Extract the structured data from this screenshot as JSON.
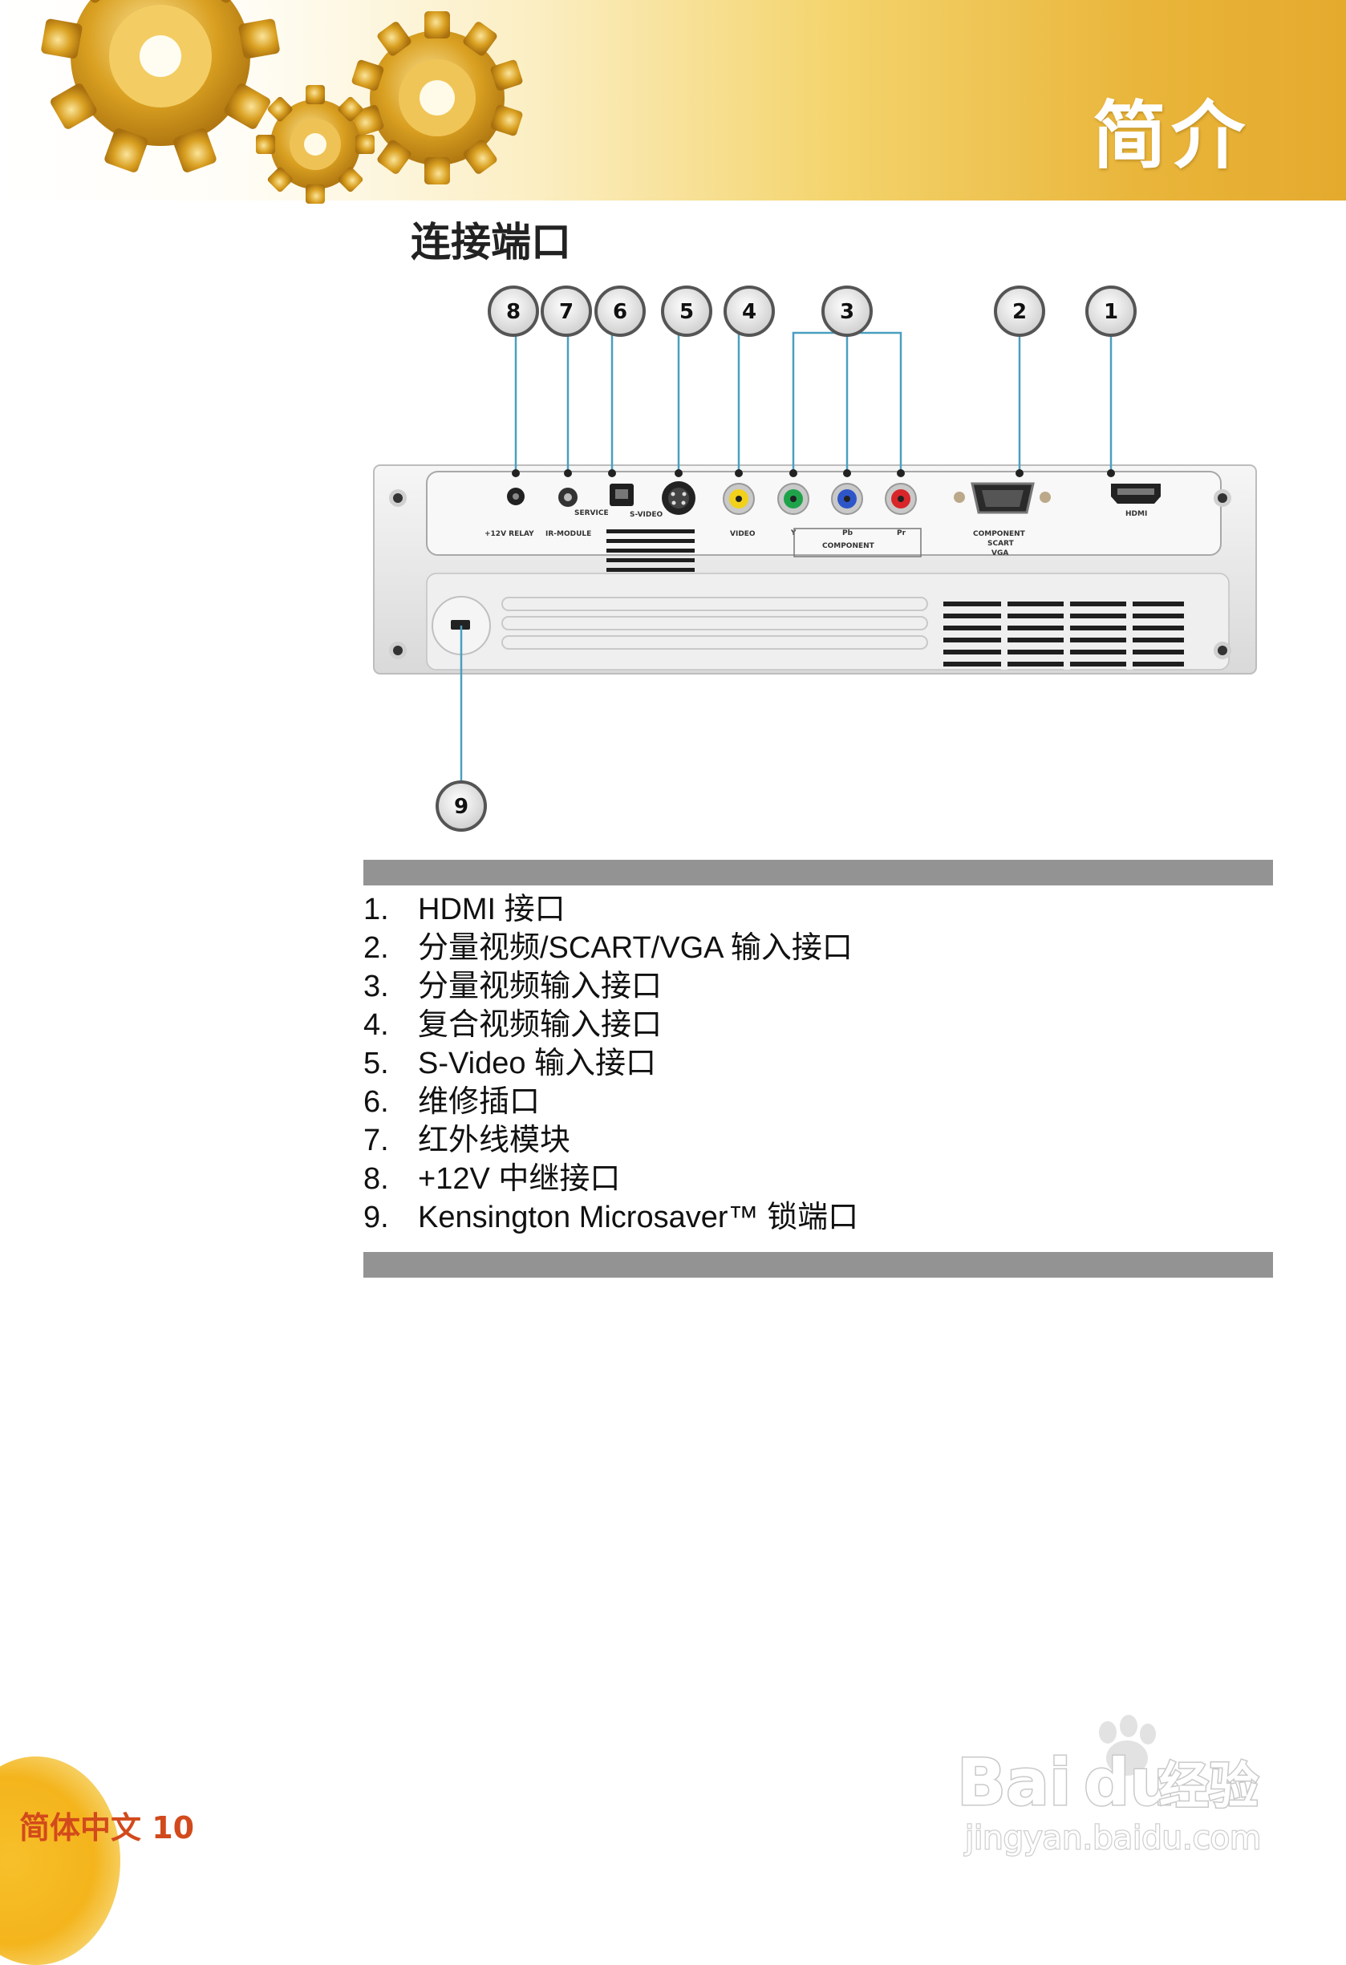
{
  "header": {
    "section_title": "简介"
  },
  "page": {
    "heading": "连接端口"
  },
  "diagram": {
    "callouts": [
      "1",
      "2",
      "3",
      "4",
      "5",
      "6",
      "7",
      "8",
      "9"
    ],
    "panel_labels": {
      "relay": "+12V RELAY",
      "ir_module": "IR-MODULE",
      "service": "SERVICE",
      "s_video": "S-VIDEO",
      "video": "VIDEO",
      "component_y": "Y",
      "component_pb": "Pb",
      "component_pr": "Pr",
      "component": "COMPONENT",
      "vga_line1": "COMPONENT",
      "vga_line2": "SCART",
      "vga_line3": "VGA",
      "hdmi": "HDMI"
    }
  },
  "ports": [
    {
      "num": "1.",
      "label": "HDMI 接口"
    },
    {
      "num": "2.",
      "label": "分量视频/SCART/VGA 输入接口"
    },
    {
      "num": "3.",
      "label": "分量视频输入接口"
    },
    {
      "num": "4.",
      "label": "复合视频输入接口"
    },
    {
      "num": "5.",
      "label": "S-Video 输入接口"
    },
    {
      "num": "6.",
      "label": "维修插口"
    },
    {
      "num": "7.",
      "label": "红外线模块"
    },
    {
      "num": "8.",
      "label": "+12V 中继接口"
    },
    {
      "num": "9.",
      "label": "Kensington Microsaver™ 锁端口"
    }
  ],
  "footer": {
    "page_label": "简体中文 10"
  },
  "watermark": {
    "brand": "Bai",
    "brand2": "du",
    "brand_cn": "经验",
    "url": "jingyan.baidu.com"
  },
  "colors": {
    "accent_gold": "#e4aa2e",
    "callout_line": "#4a9fc0",
    "rule_gray": "#939393",
    "footer_text": "#d24a1c",
    "port_green": "#1fa34a",
    "port_blue": "#2f56c9",
    "port_red": "#d8262a",
    "port_yellow": "#f2d11b"
  }
}
